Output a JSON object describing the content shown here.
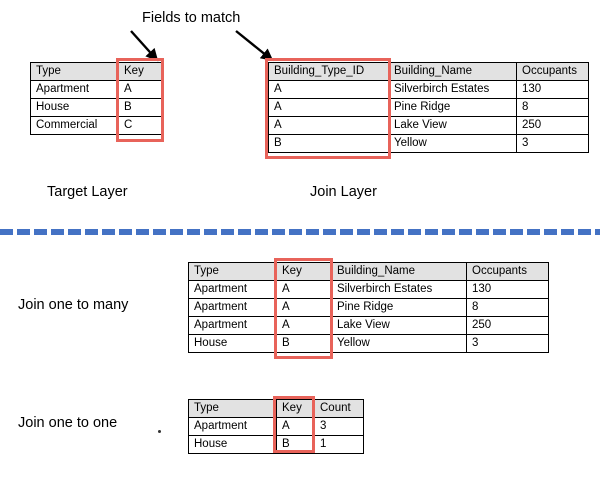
{
  "annotations": {
    "fields_to_match": "Fields to match",
    "target_layer": "Target Layer",
    "join_layer": "Join Layer",
    "join_one_to_many": "Join one to many",
    "join_one_to_one": "Join one to one",
    "stray_dot": ""
  },
  "colors": {
    "highlight": "#e8635a",
    "divider": "#4472c4",
    "header_fill": "#e2e2e2",
    "border": "#000000",
    "text": "#000000",
    "background": "#ffffff"
  },
  "target_table": {
    "headers": [
      "Type",
      "Key"
    ],
    "rows": [
      [
        "Apartment",
        "A"
      ],
      [
        "House",
        "B"
      ],
      [
        "Commercial",
        "C"
      ]
    ],
    "highlight_column": "Key"
  },
  "join_table": {
    "headers": [
      "Building_Type_ID",
      "Building_Name",
      "Occupants"
    ],
    "rows": [
      [
        "A",
        "Silverbirch Estates",
        "130"
      ],
      [
        "A",
        "Pine Ridge",
        "8"
      ],
      [
        "A",
        "Lake View",
        "250"
      ],
      [
        "B",
        "Yellow",
        "3"
      ]
    ],
    "highlight_column": "Building_Type_ID"
  },
  "one_to_many_table": {
    "headers": [
      "Type",
      "Key",
      "Building_Name",
      "Occupants"
    ],
    "rows": [
      [
        "Apartment",
        "A",
        "Silverbirch Estates",
        "130"
      ],
      [
        "Apartment",
        "A",
        "Pine Ridge",
        "8"
      ],
      [
        "Apartment",
        "A",
        "Lake View",
        "250"
      ],
      [
        "House",
        "B",
        "Yellow",
        "3"
      ]
    ],
    "highlight_column": "Key"
  },
  "one_to_one_table": {
    "headers": [
      "Type",
      "Key",
      "Count"
    ],
    "rows": [
      [
        "Apartment",
        "A",
        "3"
      ],
      [
        "House",
        "B",
        "1"
      ]
    ],
    "highlight_column": "Key"
  }
}
